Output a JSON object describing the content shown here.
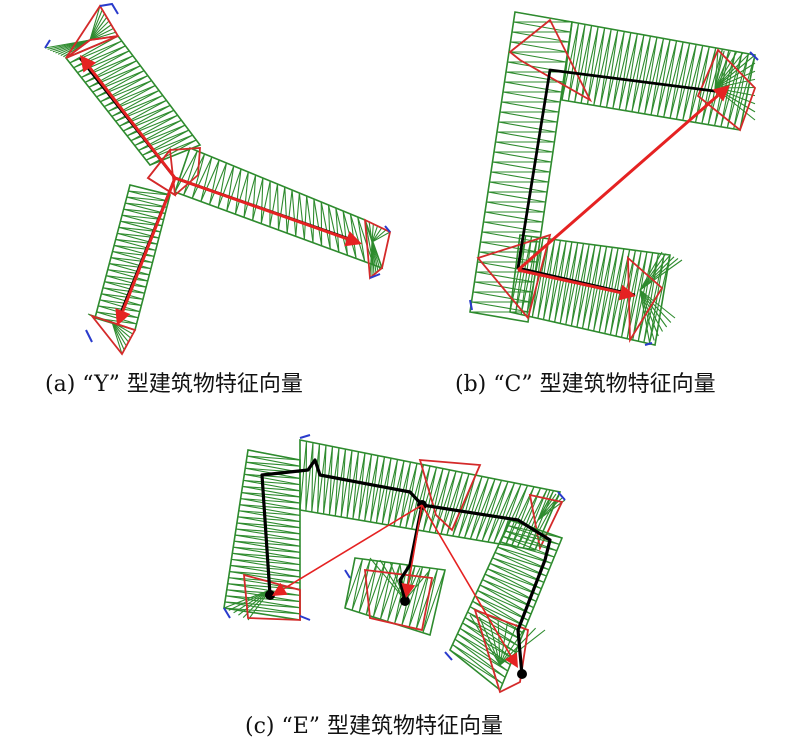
{
  "captions": {
    "a": "(a) “Y” 型建筑物特征向量",
    "b": "(b) “C” 型建筑物特征向量",
    "c": "(c) “E” 型建筑物特征向量"
  },
  "colors": {
    "triangulation": "#2e8b2e",
    "fan_triangles": "#d42a2a",
    "skeleton": "#000000",
    "feature_vector": "#e52222",
    "corner_triangles": "#2a3bcc"
  }
}
